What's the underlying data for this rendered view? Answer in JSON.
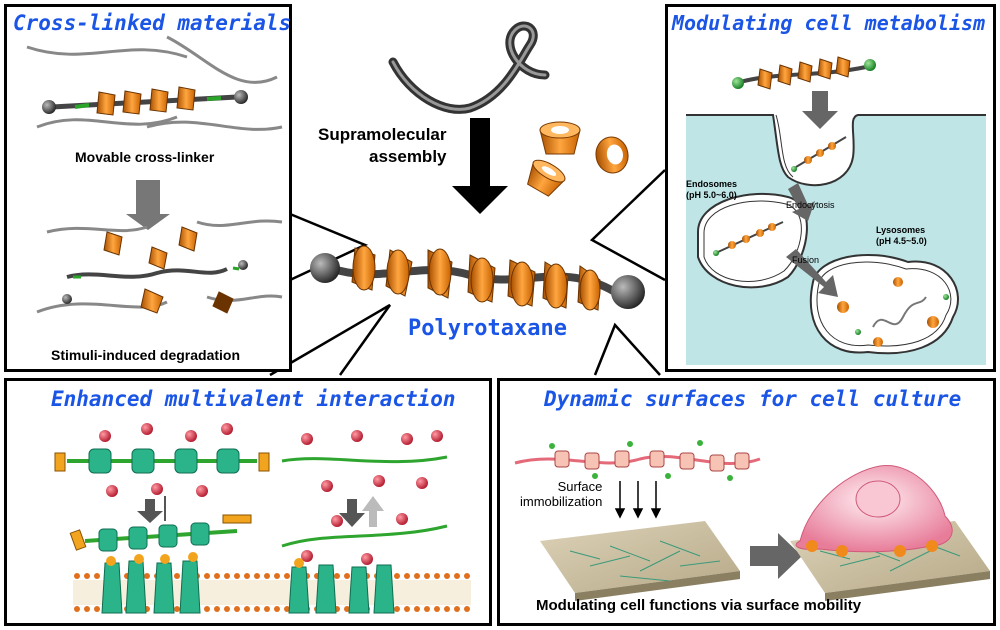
{
  "center": {
    "assembly_label": "Supramolecular\nassembly",
    "polyrotaxane_label": "Polyrotaxane"
  },
  "crosslinked": {
    "title": "Cross-linked materials",
    "movable_label": "Movable cross-linker",
    "degradation_label": "Stimuli-induced degradation"
  },
  "metabolism": {
    "title": "Modulating cell metabolism",
    "endosomes_label": "Endosomes\n(pH 5.0~6.0)",
    "endocytosis_label": "Endocytosis",
    "lysosomes_label": "Lysosomes\n(pH 4.5~5.0)",
    "fusion_label": "Fusion"
  },
  "multivalent": {
    "title": "Enhanced multivalent interaction"
  },
  "surfaces": {
    "title": "Dynamic surfaces for cell culture",
    "immobilization_label": "Surface\nimmobilization",
    "functions_label": "Modulating cell functions via surface mobility"
  },
  "colors": {
    "title_blue": "#1a55e6",
    "ring_orange": "#f08a1c",
    "cyan_bg": "#bfe5e7",
    "receptor_green": "#2bb38a",
    "ligand_red": "#d63a4a"
  }
}
